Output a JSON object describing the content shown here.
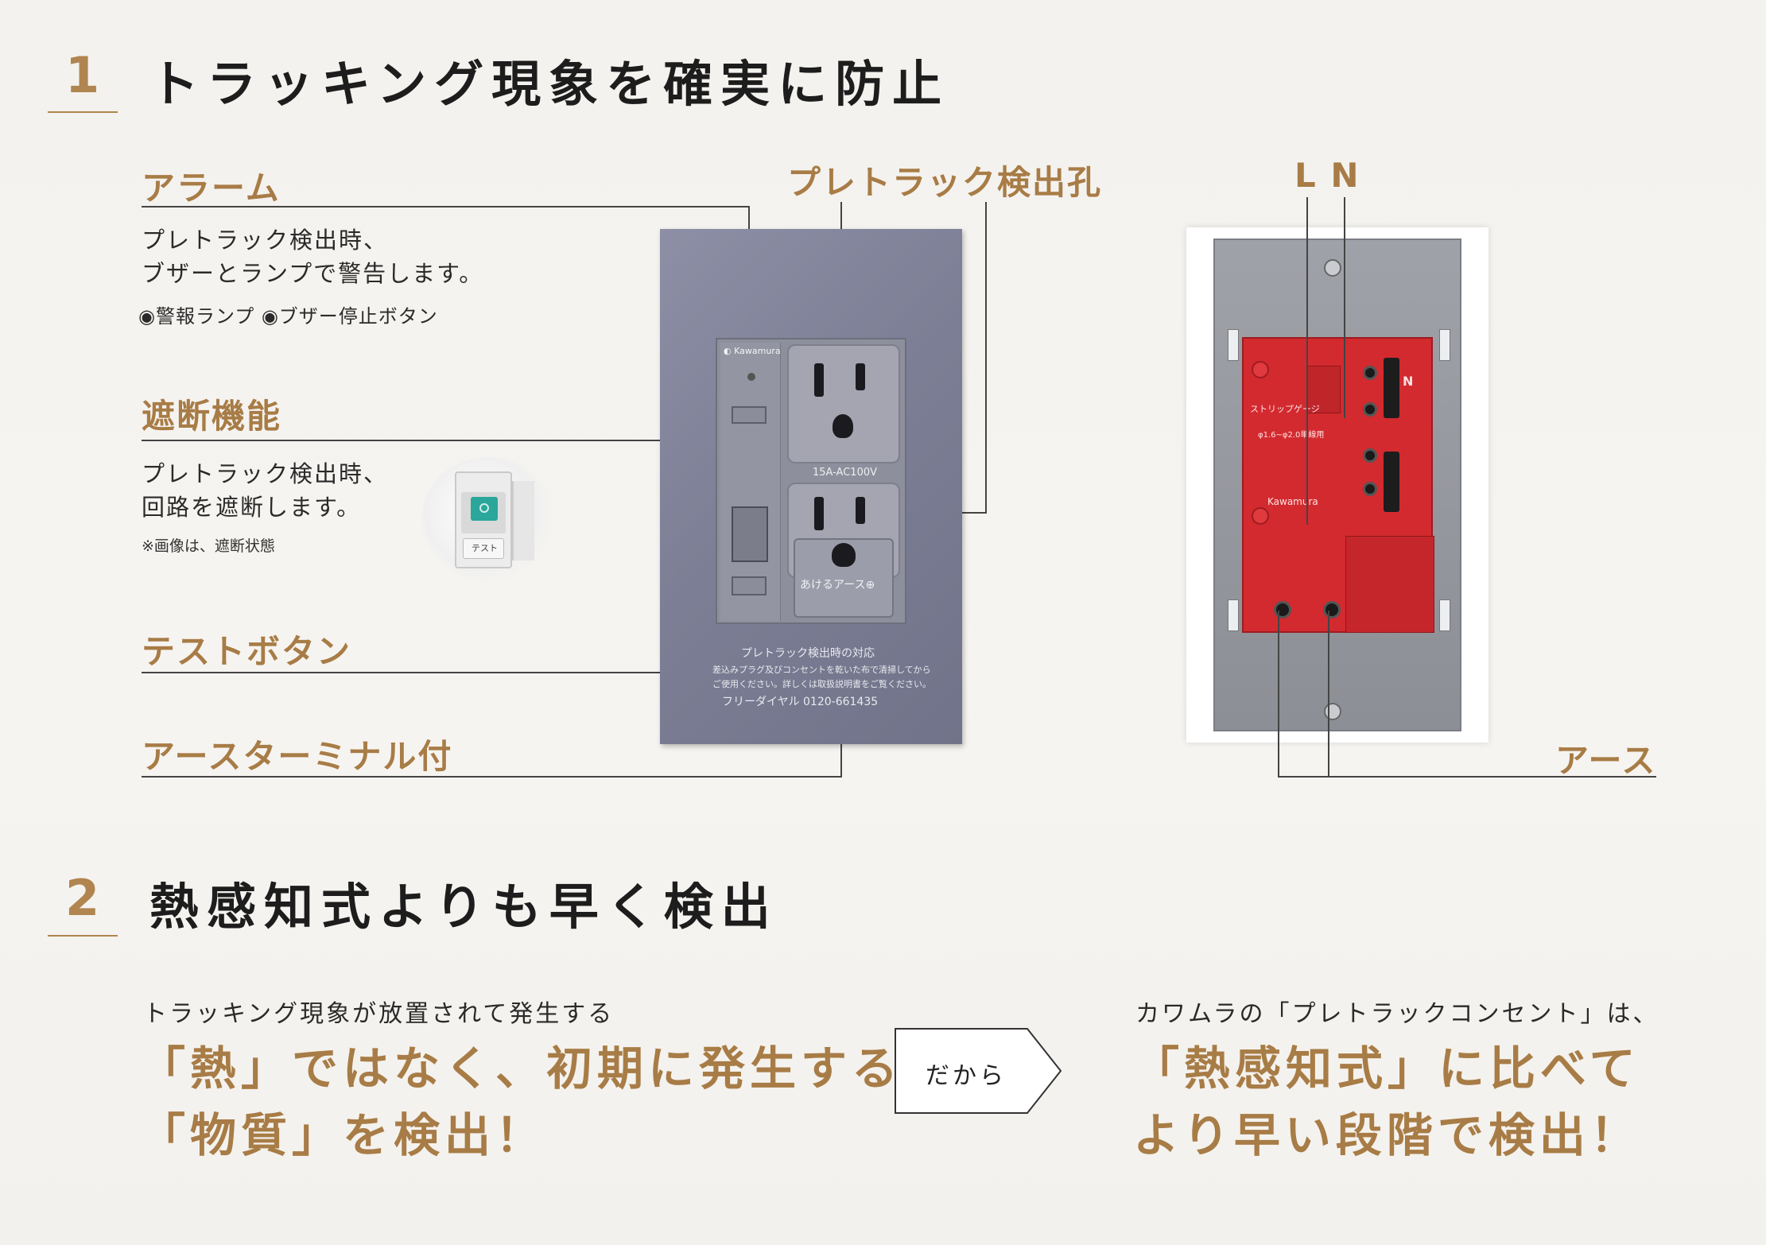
{
  "section1": {
    "number": "1",
    "title": "トラッキング現象を確実に防止"
  },
  "alarm": {
    "heading": "アラーム",
    "line1": "プレトラック検出時、",
    "line2": "ブザーとランプで警告します。",
    "items": "◉警報ランプ ◉ブザー停止ボタン"
  },
  "cutoff": {
    "heading": "遮断機能",
    "line1": "プレトラック検出時、",
    "line2": "回路を遮断します。",
    "note": "※画像は、遮断状態",
    "inset_label": "テスト"
  },
  "test_button": {
    "heading": "テストボタン"
  },
  "earth_terminal": {
    "heading": "アースターミナル付"
  },
  "detect_hole": {
    "heading": "プレトラック検出孔"
  },
  "outlet": {
    "brand": "Kawamura",
    "model": "15A-AC100V",
    "earth_label": "あけるアース⊕",
    "notice_title": "プレトラック検出時の対応",
    "notice_line1": "差込みプラグ及びコンセントを乾いた布で清掃してから",
    "notice_line2": "ご使用ください。詳しくは取扱説明書をご覧ください。",
    "notice_phone": "フリーダイヤル 0120-661435"
  },
  "back": {
    "label_ln": "L N",
    "label_earth": "アース",
    "strip_text": "ストリップゲージ",
    "wire_text": "φ1.6~φ2.0単線用",
    "brand": "Kawamura",
    "n_mark": "N"
  },
  "section2": {
    "number": "2",
    "title": "熱感知式よりも早く検出"
  },
  "bottom": {
    "left_small": "トラッキング現象が放置されて発生する",
    "left_big1": "「熱」ではなく、初期に発生する",
    "left_big2": "「物質」を検出！",
    "arrow_label": "だから",
    "right_small": "カワムラの「プレトラックコンセント」は、",
    "right_big1": "「熱感知式」に比べて",
    "right_big2": "より早い段階で検出！"
  },
  "colors": {
    "accent_gold": "#a87c46",
    "plate_gray": "#7d7f96",
    "terminal_red": "#d32a2f"
  }
}
